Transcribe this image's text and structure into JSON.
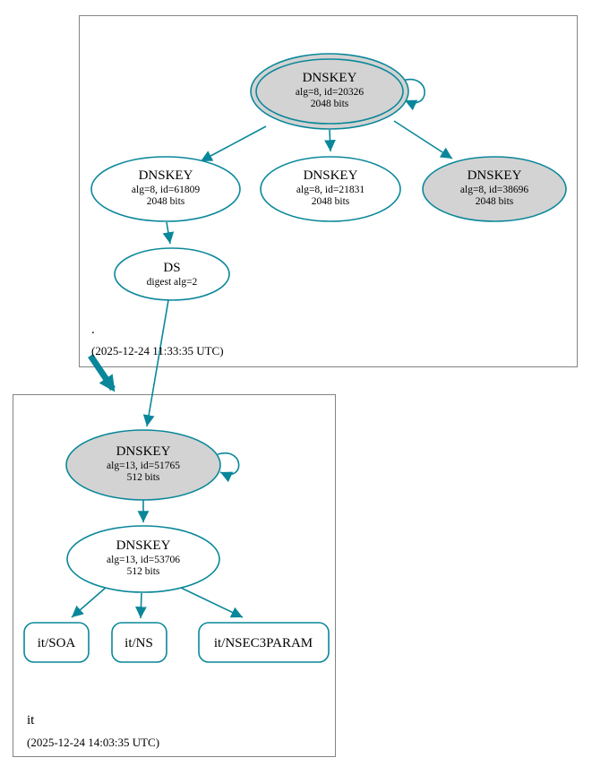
{
  "diagram": {
    "colors": {
      "edge": "#0a879a",
      "ksk_fill": "#d3d3d3",
      "node_fill": "#ffffff",
      "zone_border": "#848484"
    },
    "zones": {
      "root": {
        "label": ".",
        "timestamp": "(2025-12-24 11:33:35 UTC)"
      },
      "it": {
        "label": "it",
        "timestamp": "(2025-12-24 14:03:35 UTC)"
      }
    },
    "nodes": {
      "root_ksk": {
        "type": "DNSKEY",
        "alg": "alg=8, id=20326",
        "bits": "2048 bits"
      },
      "root_zsk_61809": {
        "type": "DNSKEY",
        "alg": "alg=8, id=61809",
        "bits": "2048 bits"
      },
      "root_zsk_21831": {
        "type": "DNSKEY",
        "alg": "alg=8, id=21831",
        "bits": "2048 bits"
      },
      "root_ksk_38696": {
        "type": "DNSKEY",
        "alg": "alg=8, id=38696",
        "bits": "2048 bits"
      },
      "ds": {
        "type": "DS",
        "alg": "digest alg=2"
      },
      "it_ksk": {
        "type": "DNSKEY",
        "alg": "alg=13, id=51765",
        "bits": "512 bits"
      },
      "it_zsk": {
        "type": "DNSKEY",
        "alg": "alg=13, id=53706",
        "bits": "512 bits"
      },
      "it_soa": {
        "label": "it/SOA"
      },
      "it_ns": {
        "label": "it/NS"
      },
      "it_nsec3param": {
        "label": "it/NSEC3PARAM"
      }
    }
  }
}
